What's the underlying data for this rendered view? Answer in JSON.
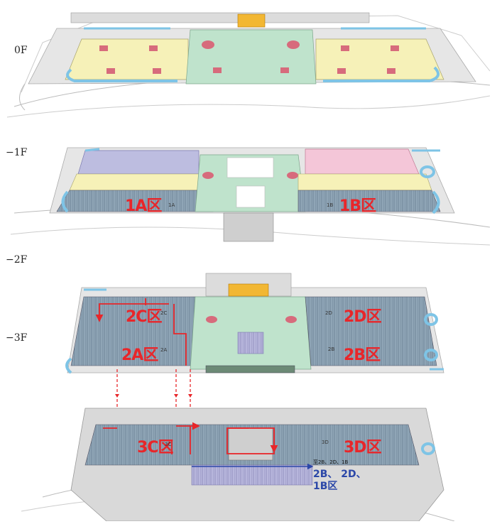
{
  "floors": {
    "f0": "0F",
    "f1": "−1F",
    "f2": "−2F",
    "f3": "−3F"
  },
  "zones": {
    "z1a": "1A区",
    "z1b": "1B区",
    "z2c": "2C区",
    "z2d": "2D区",
    "z2a": "2A区",
    "z2b": "2B区",
    "z3c": "3C区",
    "z3d": "3D区"
  },
  "small_codes": {
    "c1a": "1A",
    "c1b": "1B",
    "c2c": "2C",
    "c2d": "2D",
    "c2a": "2A",
    "c2b": "2B",
    "c3c": "3C",
    "c3d": "3D"
  },
  "route": {
    "to_label": "至2B、2D、1B",
    "blue_line1": "2B、 2D、",
    "blue_line2": "1B区"
  },
  "colors": {
    "red": "#e8262a",
    "blue": "#2b47a8",
    "green": "#bfe3cc",
    "yellow": "#f6f1b8",
    "pink": "#f4c6d8",
    "lavender": "#bdbde0",
    "slate": "#8fa5b6",
    "water": "#7ec4e6",
    "orange": "#f2b733"
  }
}
